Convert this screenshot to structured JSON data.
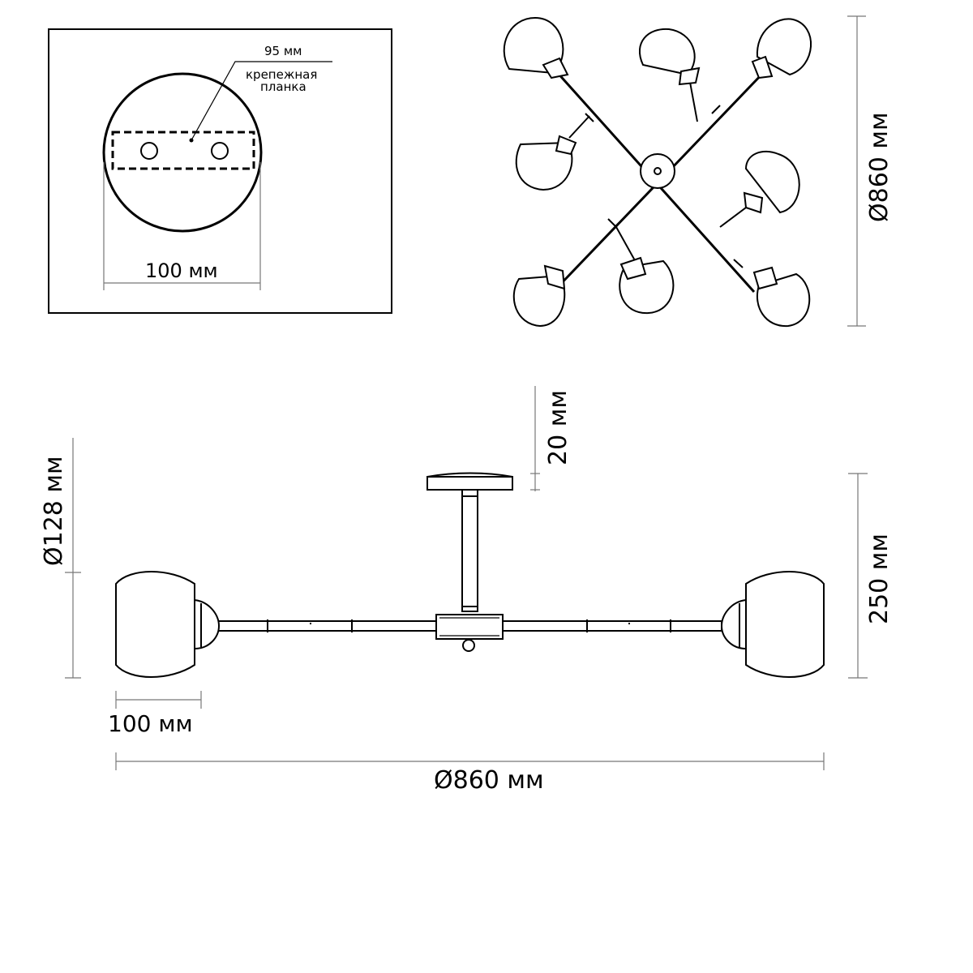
{
  "mount_plate": {
    "plate_width": "95 мм",
    "plate_label_line1": "крепежная",
    "plate_label_line2": "планка",
    "diameter": "100 мм"
  },
  "top_view": {
    "diameter": "Ø860 мм"
  },
  "side_view": {
    "canopy_height": "20 мм",
    "height": "250 мм",
    "shade_diameter": "Ø128 мм",
    "shade_length": "100 мм",
    "overall_diameter": "Ø860 мм"
  }
}
